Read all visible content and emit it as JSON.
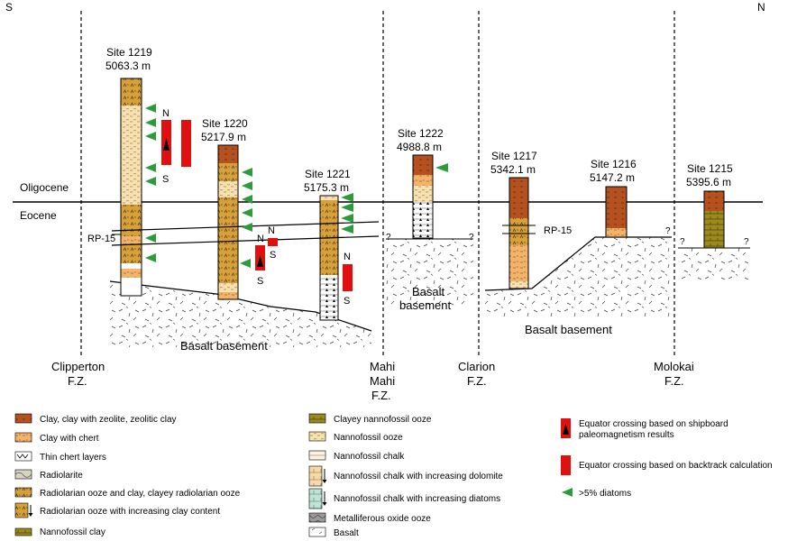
{
  "compass": {
    "south": "S",
    "north": "N"
  },
  "epochs": {
    "upper": "Oligocene",
    "lower": "Eocene"
  },
  "sites": [
    {
      "name": "Site 1219",
      "depth": "5063.3 m"
    },
    {
      "name": "Site 1220",
      "depth": "5217.9 m"
    },
    {
      "name": "Site 1221",
      "depth": "5175.3 m"
    },
    {
      "name": "Site 1222",
      "depth": "4988.8 m"
    },
    {
      "name": "Site 1217",
      "depth": "5342.1 m"
    },
    {
      "name": "Site 1216",
      "depth": "5147.2 m"
    },
    {
      "name": "Site 1215",
      "depth": "5395.6 m"
    }
  ],
  "fracture_zones": [
    {
      "line1": "Clipperton",
      "line2": "F.Z."
    },
    {
      "line1": "Mahi",
      "line2": "Mahi",
      "line3": "F.Z."
    },
    {
      "line1": "Clarion",
      "line2": "F.Z."
    },
    {
      "line1": "Molokai",
      "line2": "F.Z."
    }
  ],
  "annotations": {
    "rp15": "RP-15",
    "north": "N",
    "south": "S",
    "question": "?",
    "basalt_basement": "Basalt basement",
    "basalt_line1": "Basalt",
    "basalt_line2": "basement"
  },
  "legend": {
    "col1": [
      "Clay, clay with zeolite, zeolitic clay",
      "Clay with chert",
      "Thin chert layers",
      "Radiolarite",
      "Radiolarian ooze and clay, clayey radiolarian ooze",
      "Radiolarian ooze with increasing clay content",
      "Nannofossil clay"
    ],
    "col2": [
      "Clayey nannofossil ooze",
      "Nannofossil ooze",
      "Nannofossil chalk",
      "Nannofossil chalk with increasing dolomite",
      "Nannofossil chalk with increasing diatoms",
      "Metalliferous oxide ooze",
      "Basalt"
    ],
    "col3": [
      "Equator crossing based on shipboard paleomagnetism results",
      "Equator crossing based on backtrack calculation",
      ">5% diatoms"
    ]
  },
  "colors": {
    "clay": "#b5511f",
    "radiolarian": "#d6a03a",
    "nannofossil_ooze": "#f7e1b0",
    "clay_chert": "#f3b36a",
    "clayey_nanno": "#9c8a1e",
    "red_marker": "#e01010",
    "diatom_green": "#2e9b3a"
  }
}
